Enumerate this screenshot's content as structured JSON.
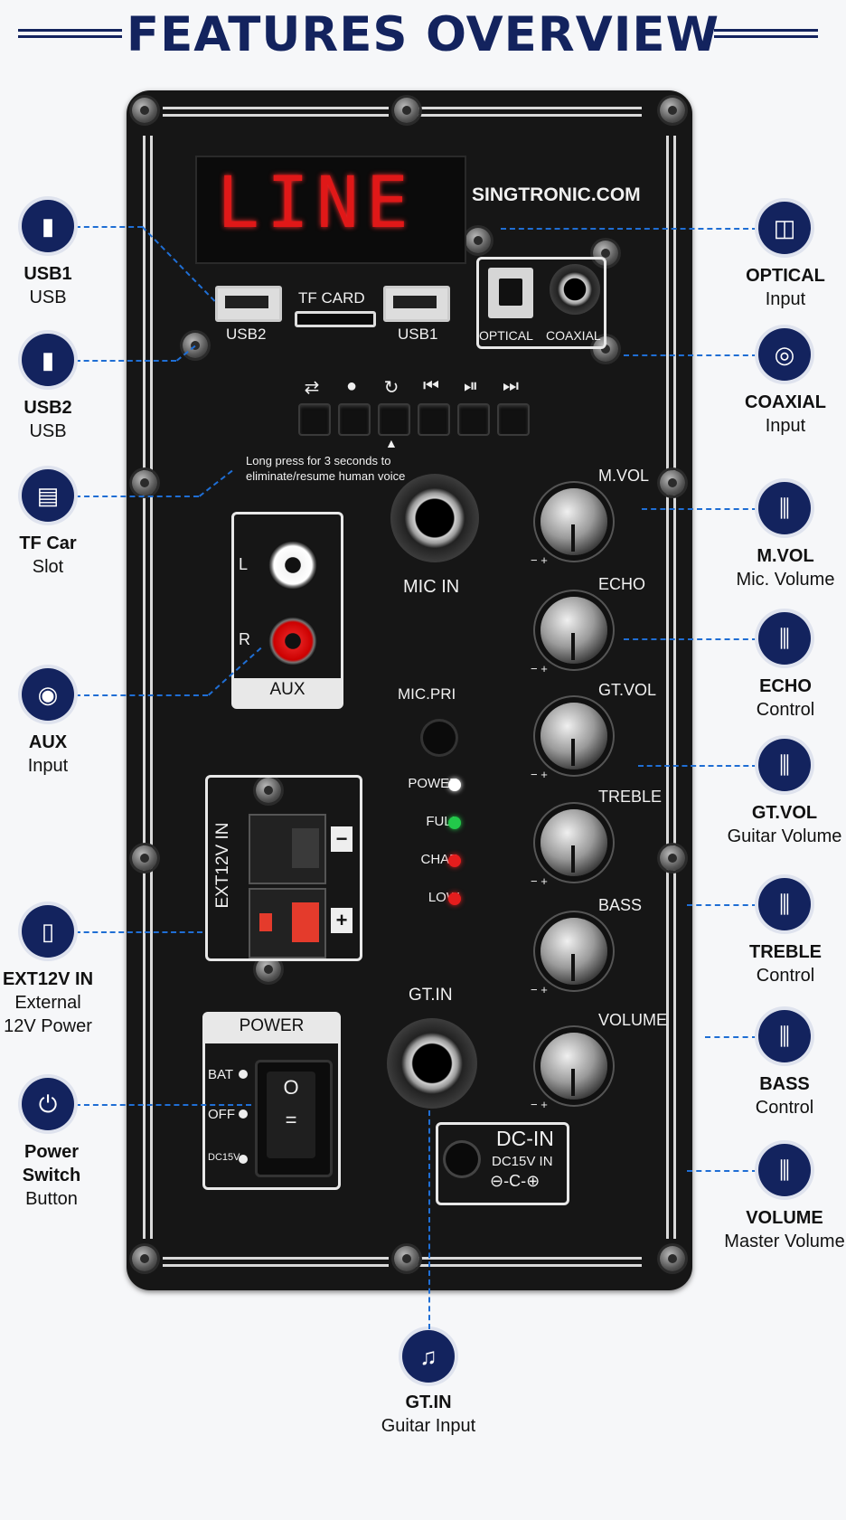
{
  "header": {
    "title": "FEATURES OVERVIEW"
  },
  "panel": {
    "brand": "SINGTRONIC.COM",
    "display_text": "LINE",
    "usb2_label": "USB2",
    "tf_label": "TF CARD",
    "usb1_label": "USB1",
    "optical_label": "OPTICAL",
    "coaxial_label": "COAXIAL",
    "transport_icons": [
      "⇄",
      "●",
      "↻",
      "⏮",
      "⏯",
      "⏭"
    ],
    "long_press_note_1": "Long press for 3 seconds to",
    "long_press_note_2": "eliminate/resume human voice",
    "mic_in_label": "MIC IN",
    "aux_label": "AUX",
    "aux_l": "L",
    "aux_r": "R",
    "mic_pri_label": "MIC.PRI",
    "ext_label": "EXT12V IN",
    "ext_minus": "−",
    "ext_plus": "+",
    "indicators": [
      "POWER",
      "FULL",
      "CHAR",
      "LOW"
    ],
    "indicator_colors": [
      "#ffffff",
      "#22c84a",
      "#e51d1d",
      "#e51d1d"
    ],
    "knobs": [
      "M.VOL",
      "ECHO",
      "GT.VOL",
      "TREBLE",
      "BASS",
      "VOLUME"
    ],
    "gt_in_label": "GT.IN",
    "power_label": "POWER",
    "switch_positions": [
      "BAT",
      "OFF",
      "DC15V"
    ],
    "dc_in_label": "DC-IN",
    "dc_in_sub": "DC15V IN",
    "dc_polarity": "⊖-C-⊕"
  },
  "callouts": {
    "usb1": {
      "title": "USB1",
      "sub": "USB",
      "icon": "usb-stick-icon"
    },
    "usb2": {
      "title": "USB2",
      "sub": "USB",
      "icon": "usb-stick-icon"
    },
    "tf": {
      "title": "TF Car",
      "sub": "Slot",
      "icon": "sd-card-icon"
    },
    "aux": {
      "title": "AUX",
      "sub": "Input",
      "icon": "rca-jack-icon"
    },
    "ext": {
      "title": "EXT12V IN",
      "sub": "External",
      "sub2": "12V Power",
      "icon": "battery-icon"
    },
    "power": {
      "title": "Power Switch",
      "sub": "Button",
      "icon": "power-icon"
    },
    "optical": {
      "title": "OPTICAL",
      "sub": "Input",
      "icon": "optical-port-icon"
    },
    "coaxial": {
      "title": "COAXIAL",
      "sub": "Input",
      "icon": "coaxial-icon"
    },
    "mvol": {
      "title": "M.VOL",
      "sub": "Mic. Volume",
      "icon": "sliders-icon"
    },
    "echo": {
      "title": "ECHO",
      "sub": "Control",
      "icon": "sliders-icon"
    },
    "gtvol": {
      "title": "GT.VOL",
      "sub": "Guitar Volume",
      "icon": "sliders-icon"
    },
    "treble": {
      "title": "TREBLE",
      "sub": "Control",
      "icon": "sliders-icon"
    },
    "bass": {
      "title": "BASS",
      "sub": "Control",
      "icon": "sliders-icon"
    },
    "volume": {
      "title": "VOLUME",
      "sub": "Master Volume",
      "icon": "sliders-icon"
    },
    "gtin": {
      "title": "GT.IN",
      "sub": "Guitar Input",
      "icon": "guitar-icon"
    }
  }
}
